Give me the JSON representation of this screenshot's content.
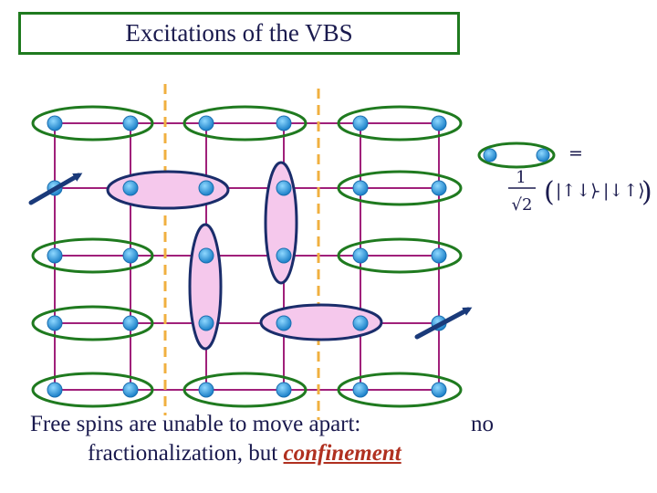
{
  "title": "Excitations of the VBS",
  "caption": {
    "line1": "Free spins are unable to move apart:",
    "no": "no",
    "line2_prefix": "fractionalization, but ",
    "line2_emphasis": "confinement"
  },
  "legend": {
    "equals": "=",
    "numerator": "1",
    "denominator": "√2",
    "ket1": "|↑↓⟩",
    "minus": "-",
    "ket2": "|↓↑⟩"
  },
  "colors": {
    "lattice": "#a0207a",
    "dimer": "#1f7a1f",
    "excited_fill": "#f5c8ec",
    "excited_stroke": "#1a2d6b",
    "spin": "#2aa0e0",
    "domain_wall": "#f0b040",
    "arrow": "#1a3a7a"
  }
}
